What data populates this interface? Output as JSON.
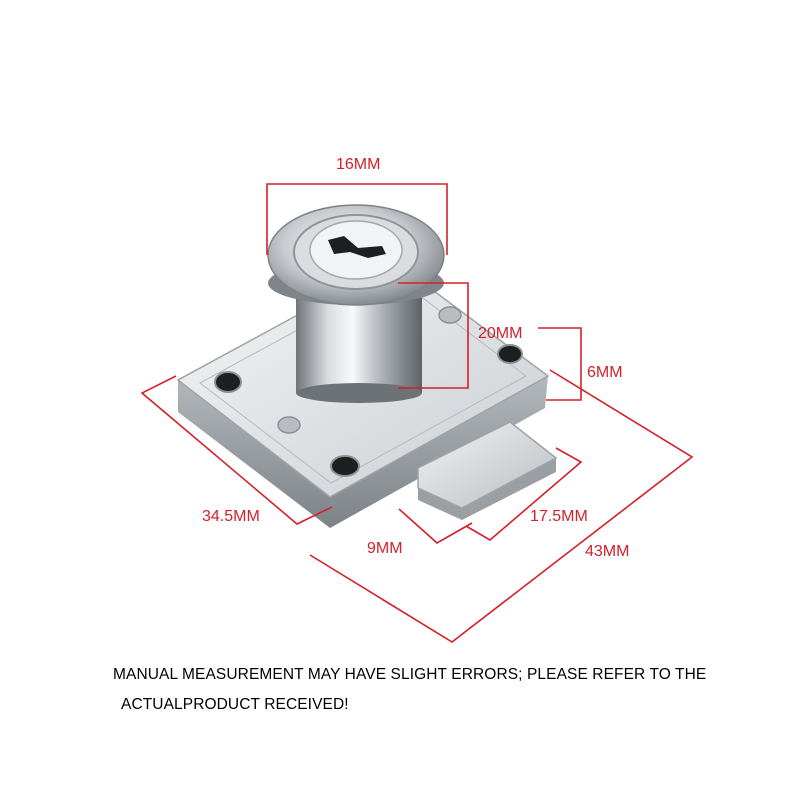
{
  "colors": {
    "dimension_line": "#d4202a",
    "label_text": "#d4202a",
    "note_text": "#000000",
    "background": "#ffffff",
    "metal_light": "#eef0f2",
    "metal_mid": "#c4c8cc",
    "metal_dark": "#7d8287"
  },
  "dimensions": {
    "cylinder_diameter": "16MM",
    "cylinder_height": "20MM",
    "plate_thickness": "6MM",
    "plate_width": "34.5MM",
    "bolt_offset": "9MM",
    "bolt_length": "17.5MM",
    "plate_length": "43MM"
  },
  "note": {
    "line1": "MANUAL MEASUREMENT MAY HAVE SLIGHT ERRORS; PLEASE REFER TO THE",
    "line2": "ACTUALPRODUCT RECEIVED!"
  }
}
